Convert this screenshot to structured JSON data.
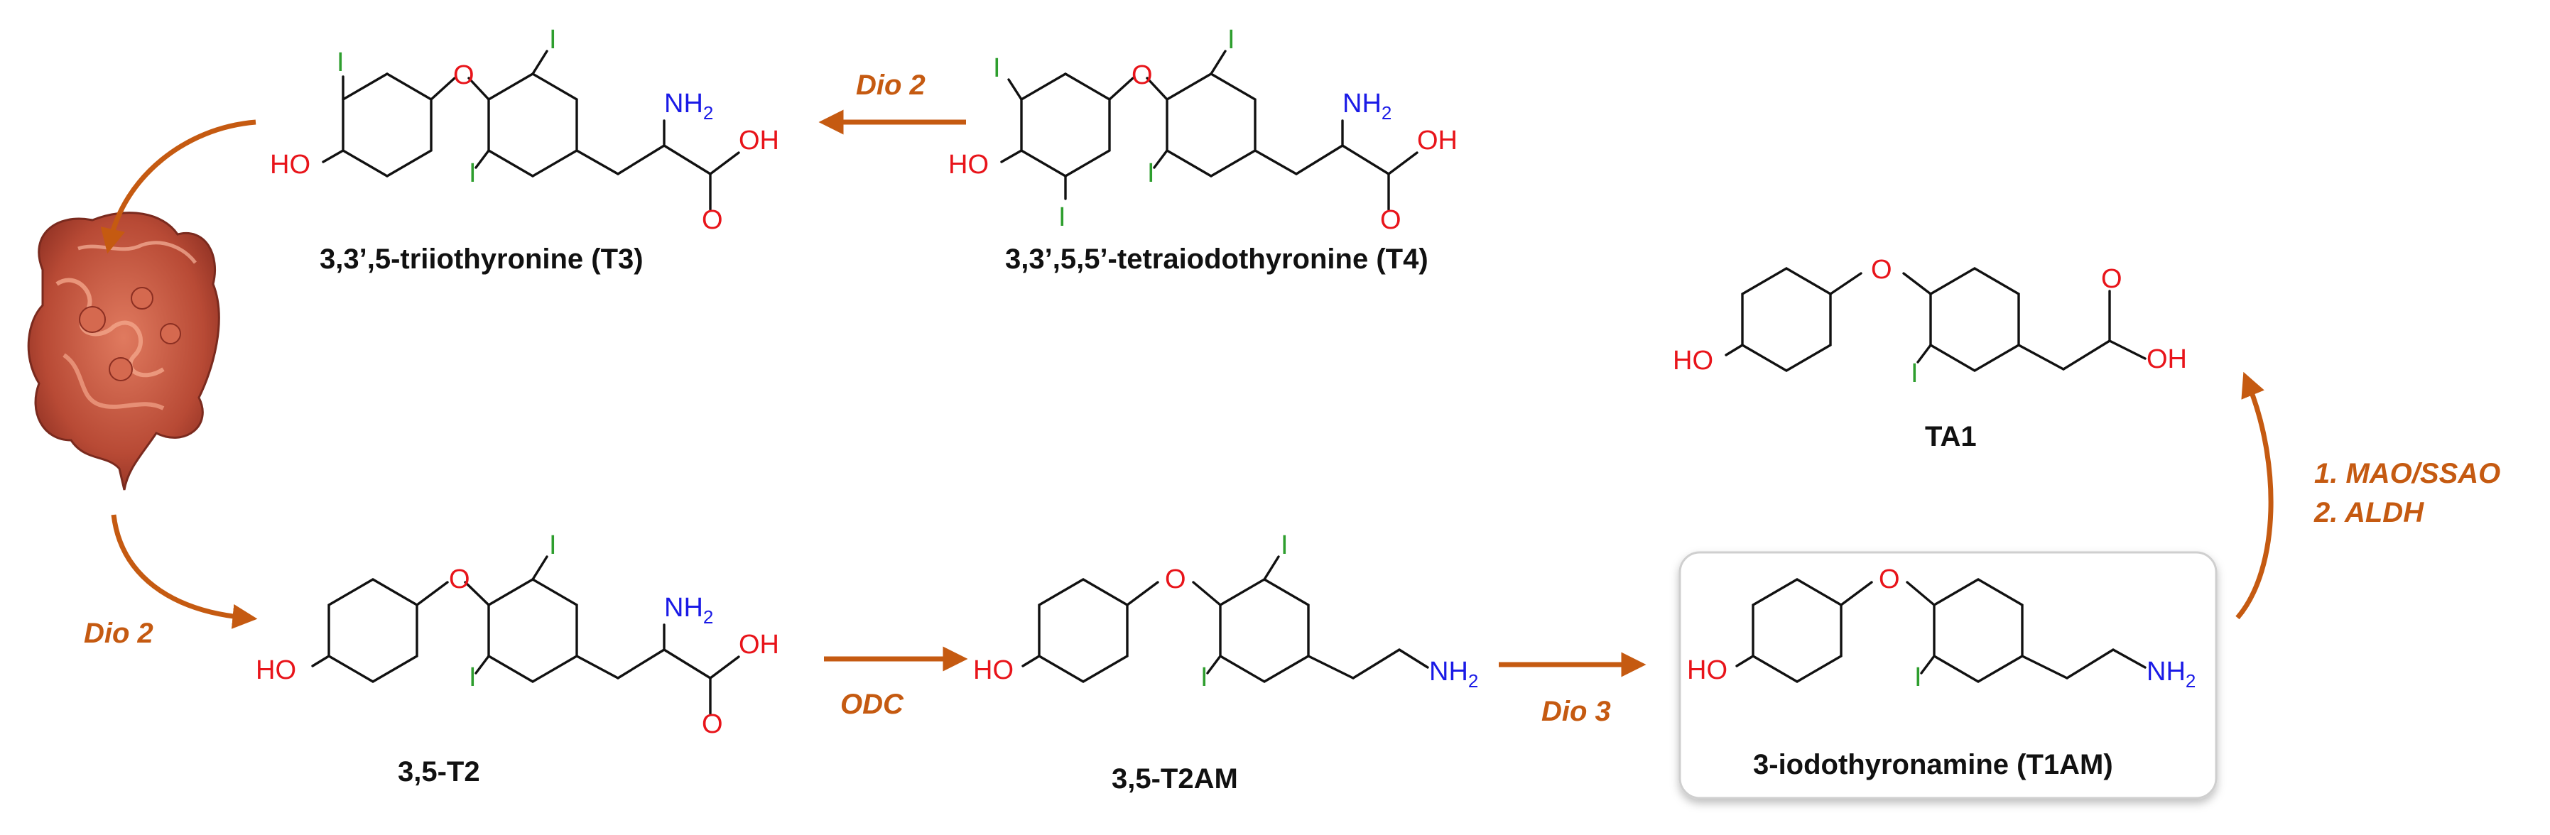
{
  "colors": {
    "oxygen": "#e8141a",
    "iodine": "#2e9e2e",
    "nitrogen": "#1a1ae6",
    "enzyme": "#c55a11",
    "intestine": "#c0503a"
  },
  "atoms": {
    "O": "O",
    "I": "I",
    "HO": "HO",
    "OH": "OH",
    "NH": "NH",
    "two": "2"
  },
  "compounds": {
    "T3": "3,3’,5-triiothyronine (T3)",
    "T4": "3,3’,5,5’-tetraiodothyronine (T4)",
    "TA1": "TA1",
    "T2": "3,5-T2",
    "T2AM": "3,5-T2AM",
    "T1AM": "3-iodothyronamine (T1AM)"
  },
  "enzymes": {
    "t4_to_t3": "Dio 2",
    "gut_to_t2": "Dio 2",
    "t2_to_t2am": "ODC",
    "t2am_to_t1am": "Dio 3",
    "t1am_to_ta1_line1": "1. MAO/SSAO",
    "t1am_to_ta1_line2": "2. ALDH"
  },
  "images": {
    "intestine": "intestine-illustration"
  }
}
